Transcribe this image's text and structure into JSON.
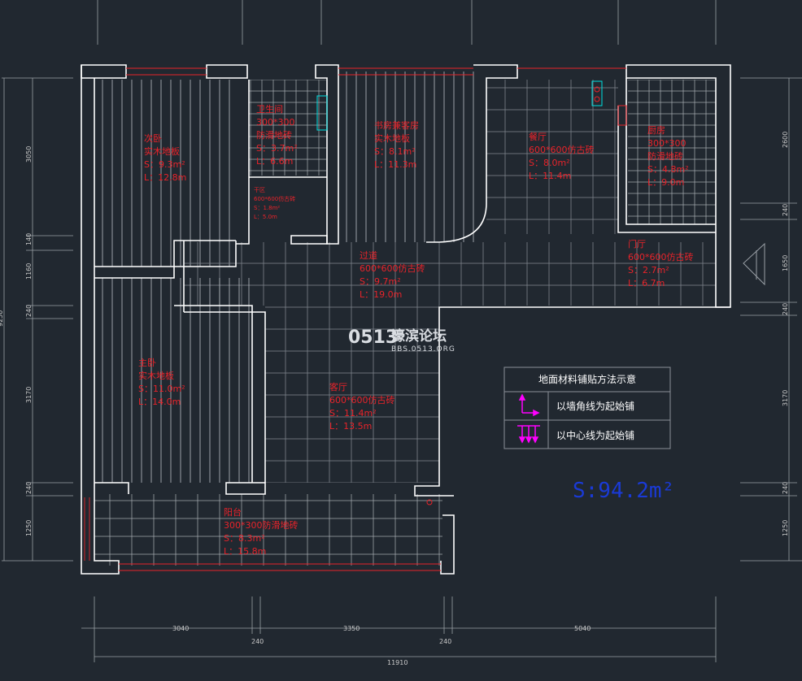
{
  "rooms": {
    "bedroom2": {
      "name": "次卧",
      "material": "实木地板",
      "area": "S：9.3m²",
      "perimeter": "L：12.8m"
    },
    "bathroom": {
      "name": "卫生间",
      "material_size": "300*300",
      "material": "防滑地砖",
      "area": "S：3.7m²",
      "perimeter": "L：6.6m"
    },
    "dry_area": {
      "name": "干区",
      "material": "600*600仿古砖",
      "area": "S：1.8m²",
      "perimeter": "L：5.0m"
    },
    "study": {
      "name": "书房兼客房",
      "material": "实木地板",
      "area": "S：8.1m²",
      "perimeter": "L：11.3m"
    },
    "dining": {
      "name": "餐厅",
      "material": "600*600仿古砖",
      "area": "S：8.0m²",
      "perimeter": "L：11.4m"
    },
    "kitchen": {
      "name": "厨房",
      "material_size": "300*300",
      "material": "防滑地砖",
      "area": "S：4.8m²",
      "perimeter": "L：9.0m"
    },
    "corridor": {
      "name": "过道",
      "material": "600*600仿古砖",
      "area": "S：9.7m²",
      "perimeter": "L：19.0m"
    },
    "foyer": {
      "name": "门厅",
      "material": "600*600仿古砖",
      "area": "S：2.7m²",
      "perimeter": "L：6.7m"
    },
    "master": {
      "name": "主卧",
      "material": "实木地板",
      "area": "S：11.0m²",
      "perimeter": "L：14.0m"
    },
    "living": {
      "name": "客厅",
      "material": "600*600仿古砖",
      "area": "S：11.4m²",
      "perimeter": "L：13.5m"
    },
    "balcony": {
      "name": "阳台",
      "material": "300*300防滑地砖",
      "area": "S：8.3m²",
      "perimeter": "L：15.8m"
    }
  },
  "legend": {
    "title": "地面材料铺贴方法示意",
    "item1": "以墙角线为起始铺",
    "item2": "以中心线为起始铺",
    "color_wall": "#ff00ff",
    "color_center": "#ff00ff"
  },
  "total_area": "S:94.2m²",
  "dimensions": {
    "bottom_1": "3040",
    "bottom_2": "3350",
    "bottom_3": "5040",
    "bottom_w1": "240",
    "bottom_w2": "240",
    "bottom_total": "11910",
    "left_1": "3050",
    "left_2": "140",
    "left_3": "1160",
    "left_4": "240",
    "left_5": "3170",
    "left_6": "240",
    "left_7": "1250",
    "left_total": "9250",
    "right_1": "2600",
    "right_2": "240",
    "right_3": "1650",
    "right_4": "240",
    "right_5": "3170",
    "right_6": "240",
    "right_7": "1250"
  },
  "watermark": {
    "logo": "0513",
    "site_name": "濠滨论坛",
    "site_url": "BBS.0513.ORG"
  },
  "colors": {
    "wall": "#ffffff",
    "text": "#e8232a",
    "grid": "#8a9098",
    "background": "#212830",
    "accent_blue": "#1a3ad6",
    "cyan": "#00e0e0"
  }
}
